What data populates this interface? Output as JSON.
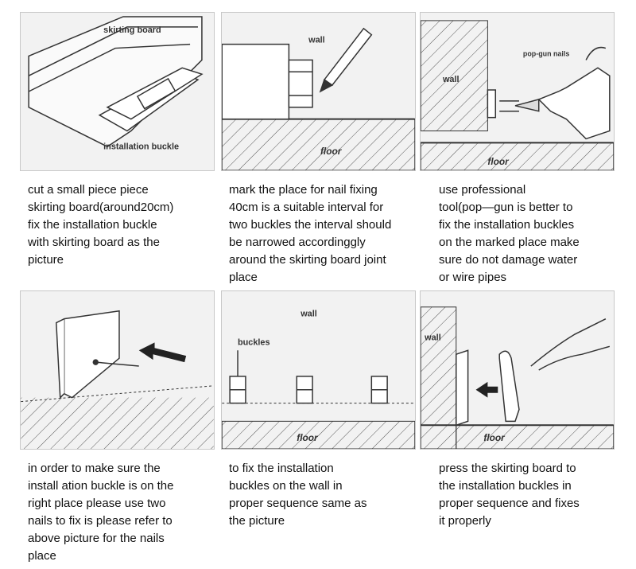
{
  "steps": [
    {
      "caption": "cut a small piece piece\nskirting board(around20cm)\nfix the installation buckle\nwith skirting board as the\npicture",
      "labels": {
        "skirting_board": "skirting board",
        "installation_buckle": "installation buckle"
      }
    },
    {
      "caption": "mark the place for nail fixing\n40cm is a suitable interval  for\ntwo buckles the interval  should\nbe narrowed accordinggly\naround the skirting board joint\nplace",
      "labels": {
        "wall": "wall",
        "floor": "floor"
      }
    },
    {
      "caption": "use professional\ntool(pop—gun is better to\nfix the installation buckles\non the marked place make\nsure do not damage water\nor wire pipes",
      "labels": {
        "pop_gun_nails": "pop-gun nails",
        "wall": "wall",
        "floor": "floor"
      }
    },
    {
      "caption": "in order to make sure the\ninstall ation buckle is on the\nright place please use two\nnails to fix is please refer to\nabove picture for the nails\nplace",
      "labels": {}
    },
    {
      "caption": "to fix the installation\nbuckles on  the wall in\nproper sequence same as\nthe  picture",
      "labels": {
        "wall": "wall",
        "buckles": "buckles",
        "floor": "floor"
      }
    },
    {
      "caption": "press the skirting board to\nthe installation buckles in\nproper sequence and  fixes\nit properly",
      "labels": {
        "wall": "wall",
        "floor": "floor"
      }
    }
  ]
}
